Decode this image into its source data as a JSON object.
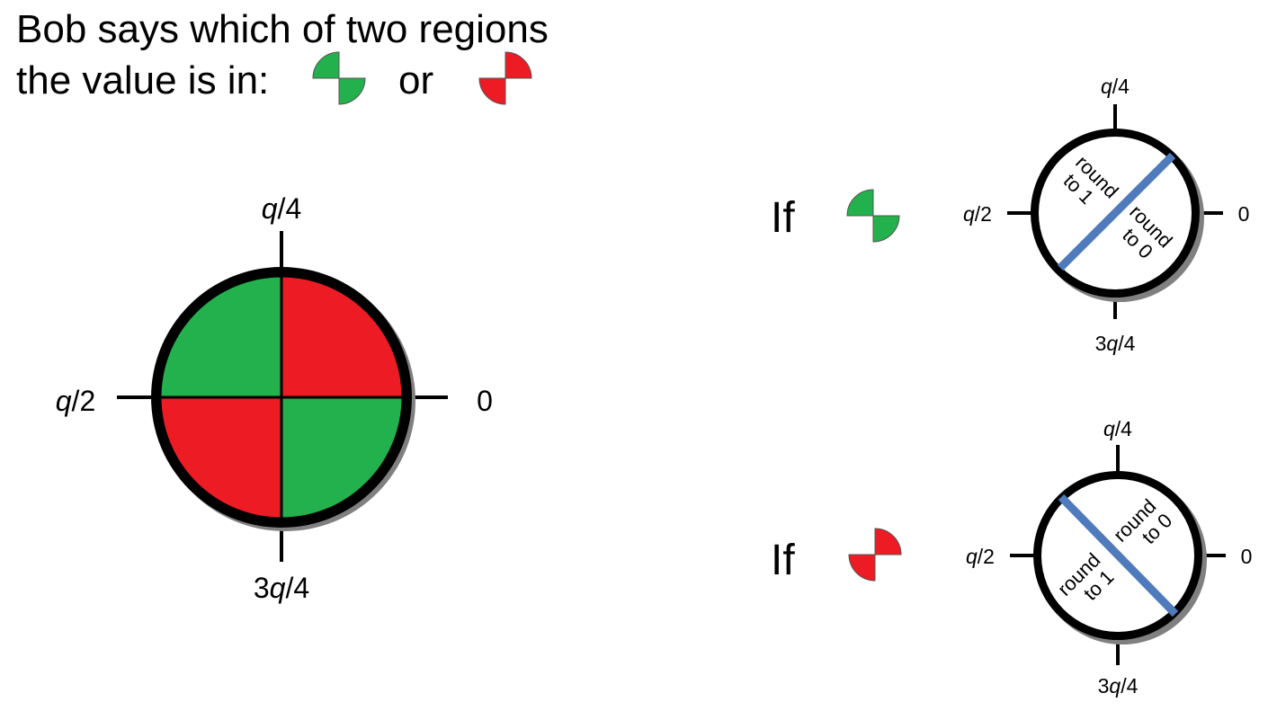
{
  "title": {
    "line1": "Bob says which of two regions",
    "line2": "the value is in:",
    "or": "or"
  },
  "colors": {
    "green": "#22b14c",
    "red": "#ed1c24",
    "ring": "#000000",
    "shadow": "#808080",
    "divider": "#4f7bbd"
  },
  "big_circle": {
    "label_top": "q/4",
    "label_left": "q/2",
    "label_right": "0",
    "label_bottom": "3q/4"
  },
  "case_green": {
    "if_label": "If",
    "label_top": "q/4",
    "label_left": "q/2",
    "label_right": "0",
    "label_bottom": "3q/4",
    "region_a": [
      "round",
      "to 1"
    ],
    "region_b": [
      "round",
      "to 0"
    ]
  },
  "case_red": {
    "if_label": "If",
    "label_top": "q/4",
    "label_left": "q/2",
    "label_right": "0",
    "label_bottom": "3q/4",
    "region_a": [
      "round",
      "to 1"
    ],
    "region_b": [
      "round",
      "to 0"
    ]
  }
}
